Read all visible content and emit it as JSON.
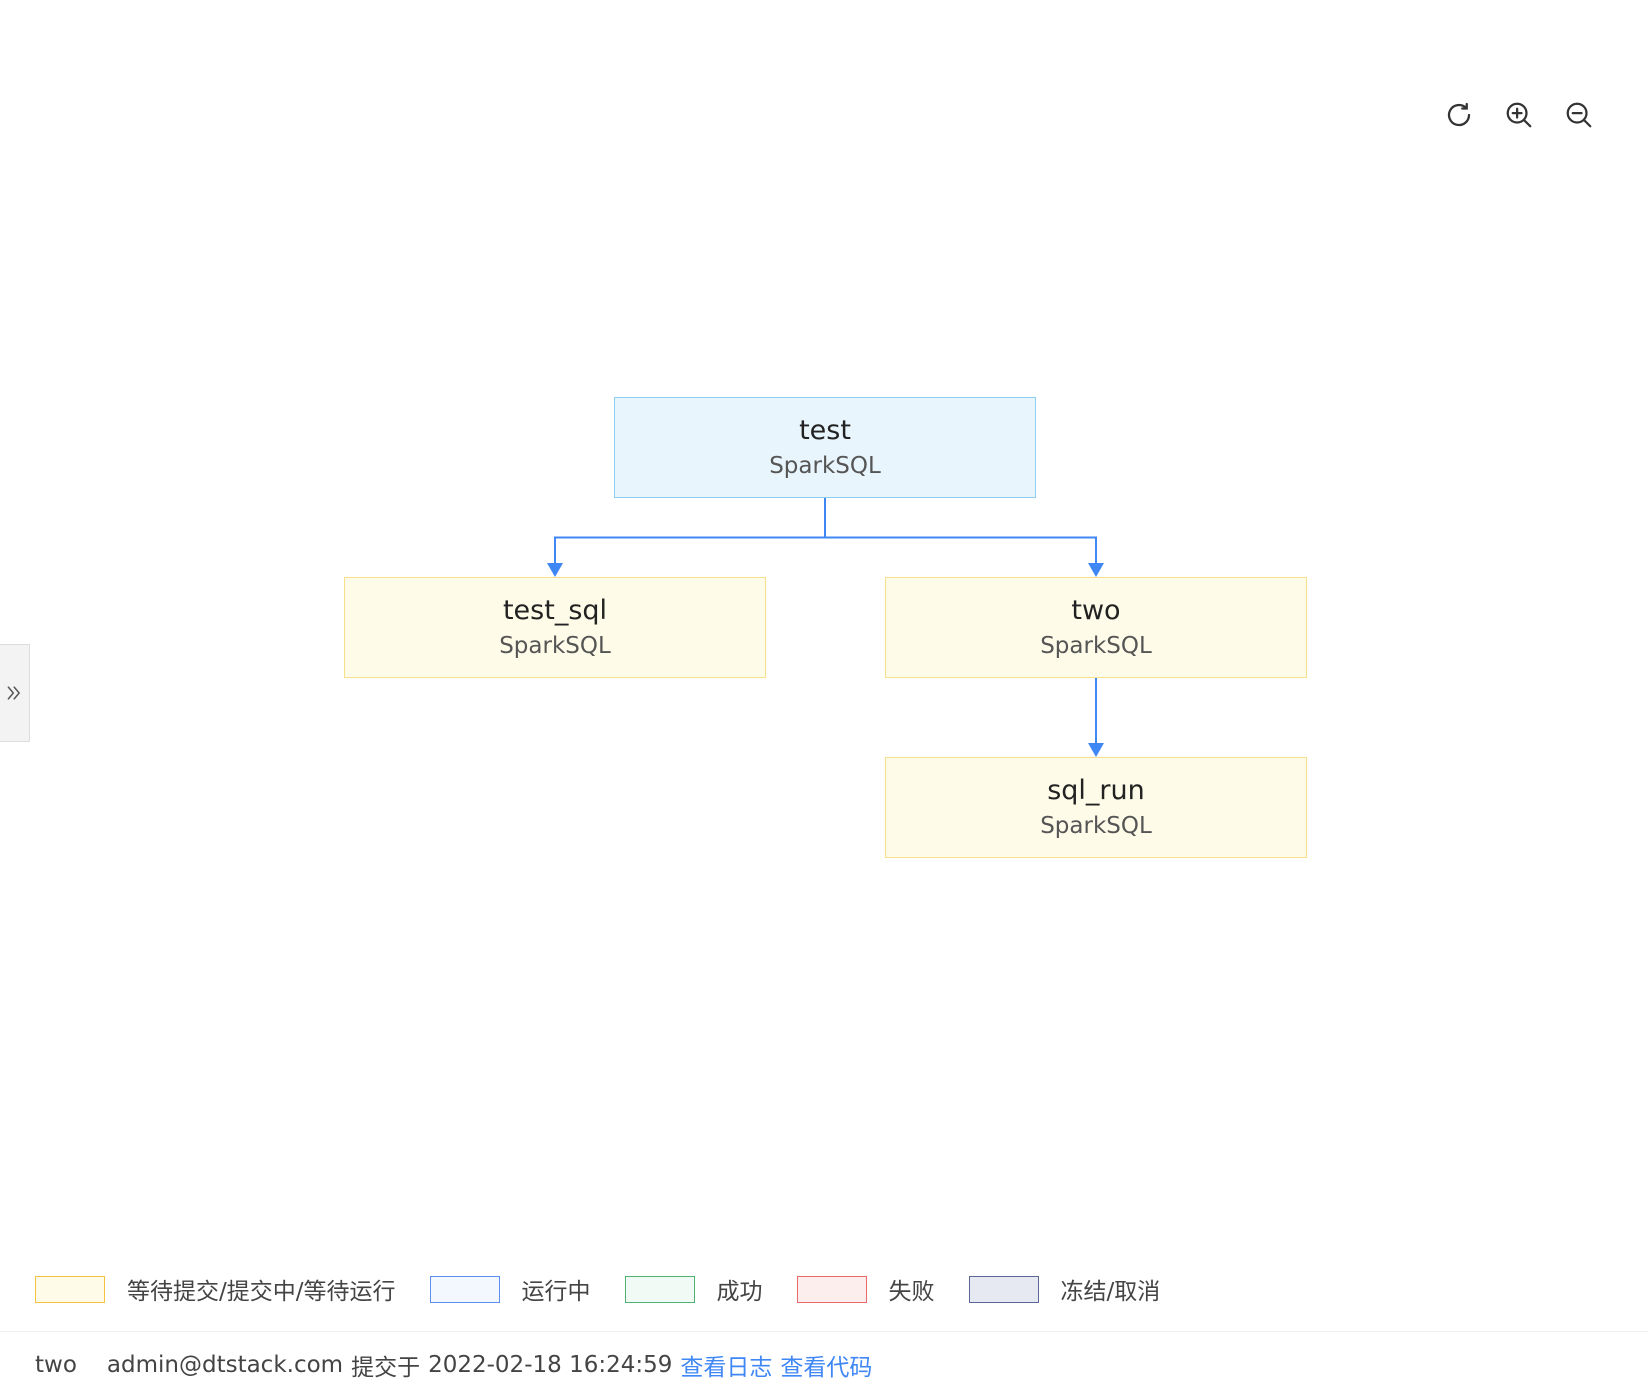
{
  "toolbar": {
    "refresh_icon": "refresh-icon",
    "zoom_in_icon": "zoom-in-icon",
    "zoom_out_icon": "zoom-out-icon"
  },
  "side_toggle": {
    "icon": "double-chevron-right-icon"
  },
  "dag": {
    "nodes": [
      {
        "id": "test",
        "name": "test",
        "type": "SparkSQL",
        "status": "running"
      },
      {
        "id": "test_sql",
        "name": "test_sql",
        "type": "SparkSQL",
        "status": "waiting"
      },
      {
        "id": "two",
        "name": "two",
        "type": "SparkSQL",
        "status": "waiting"
      },
      {
        "id": "sql_run",
        "name": "sql_run",
        "type": "SparkSQL",
        "status": "waiting"
      }
    ],
    "edges": [
      {
        "from": "test",
        "to": "test_sql"
      },
      {
        "from": "test",
        "to": "two"
      },
      {
        "from": "two",
        "to": "sql_run"
      }
    ],
    "edge_color": "#3f87f5"
  },
  "legend": [
    {
      "label": "等待提交/提交中/等待运行",
      "fill": "#fefbe8",
      "border": "#f5c242"
    },
    {
      "label": "运行中",
      "fill": "#f3f8ff",
      "border": "#5a8ff0"
    },
    {
      "label": "成功",
      "fill": "#f1faf4",
      "border": "#4fb26f"
    },
    {
      "label": "失败",
      "fill": "#fdeeee",
      "border": "#e86a6a"
    },
    {
      "label": "冻结/取消",
      "fill": "#e6e9f2",
      "border": "#5a6797"
    }
  ],
  "footer": {
    "task_name": "two",
    "user": "admin@dtstack.com",
    "submitted_label": "提交于",
    "submitted_time": "2022-02-18 16:24:59",
    "view_log": "查看日志",
    "view_code": "查看代码"
  },
  "colors": {
    "link": "#3f87f5",
    "running_fill": "#e8f5fd",
    "running_border": "#8ccff3",
    "waiting_fill": "#fefbe8",
    "waiting_border": "#f8e08b"
  }
}
